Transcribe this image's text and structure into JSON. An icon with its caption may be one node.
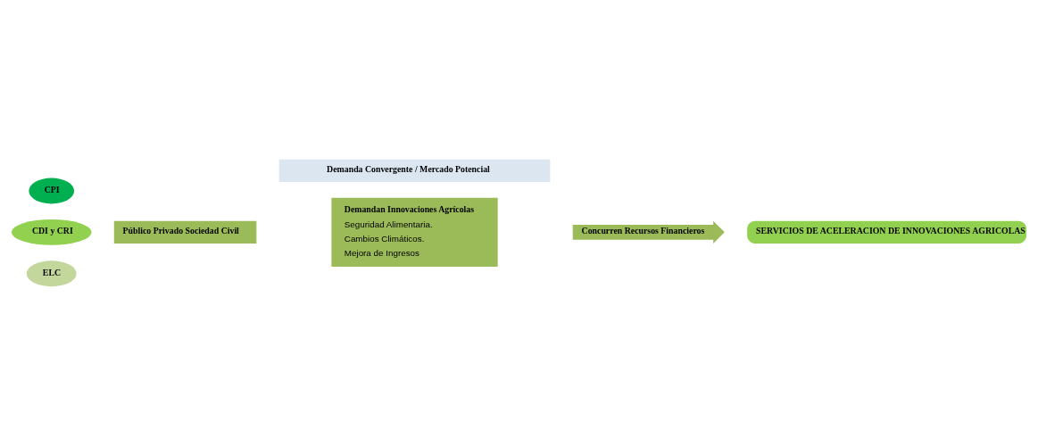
{
  "diagram": {
    "nodes": [
      {
        "text": [
          "Demanda Convergente / Mercado Potencial"
        ]
      },
      {
        "text": [
          "CPI"
        ]
      },
      {
        "text": [
          "CDI y CRI"
        ]
      },
      {
        "text": [
          "ELC"
        ]
      },
      {
        "text": [
          "Público Privado Sociedad Civil"
        ]
      },
      {
        "text": [
          "Demandan Innovaciones Agrícolas",
          "Seguridad Alimentaria.",
          "Cambios Climáticos.",
          "Mejora de Ingresos"
        ]
      },
      {
        "text": [
          "Concurren Recursos Financieros"
        ]
      },
      {
        "text": [
          "SERVICIOS DE ACELERACION DE INNOVACIONES AGRICOLAS"
        ]
      }
    ],
    "edges": []
  }
}
